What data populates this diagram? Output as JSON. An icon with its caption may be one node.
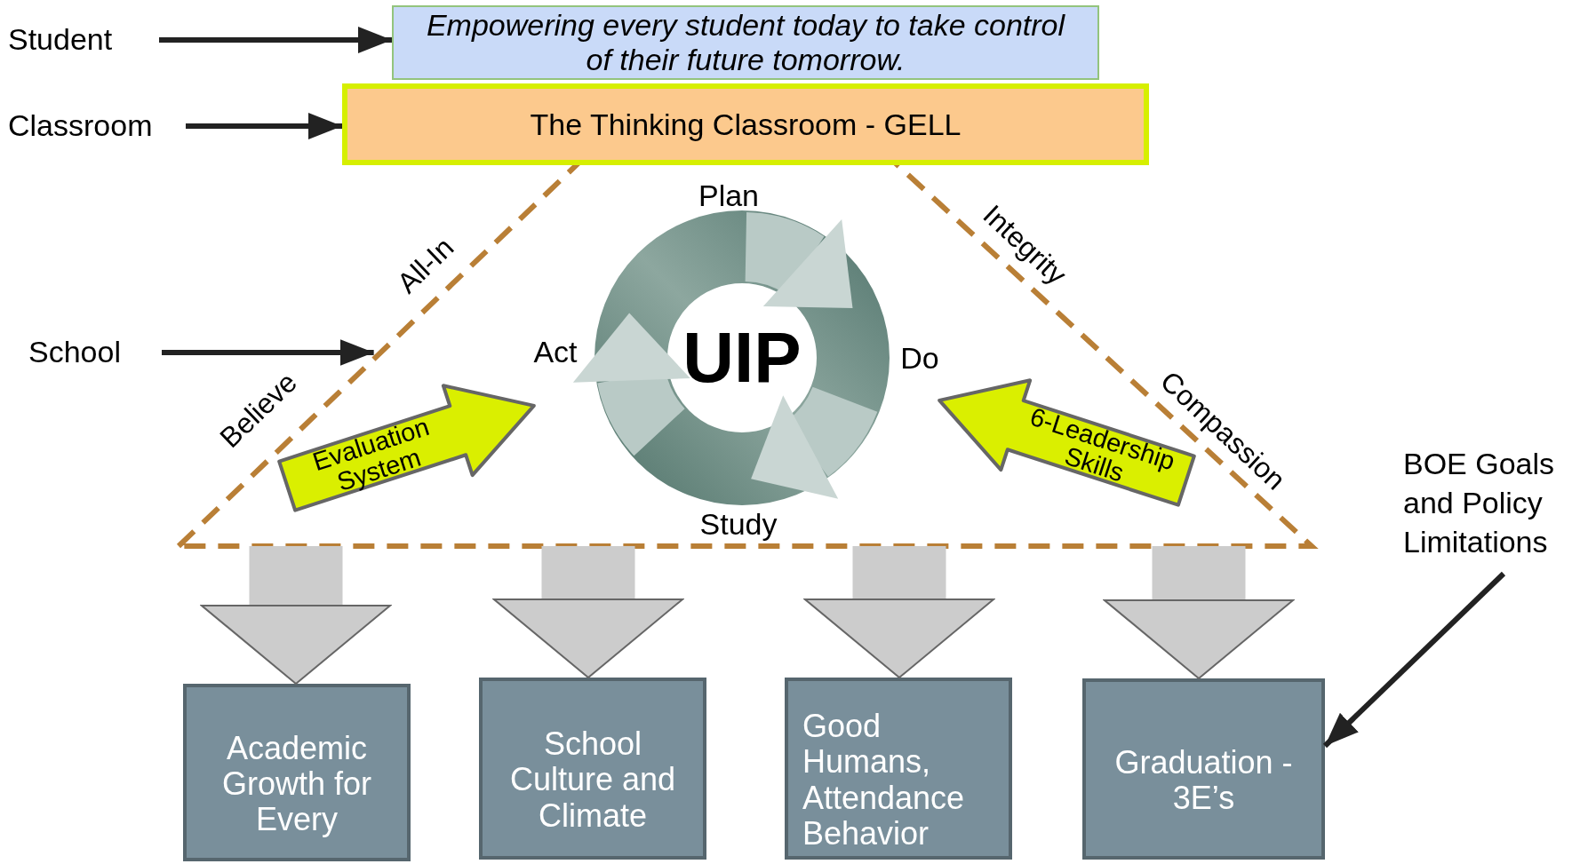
{
  "diagram": {
    "nodes": [
      {
        "text": [
          "Student"
        ]
      },
      {
        "text": [
          "Classroom"
        ]
      },
      {
        "text": [
          "School"
        ]
      },
      {
        "text": [
          "Empowering every student today to take control of their future tomorrow."
        ]
      },
      {
        "text": [
          "The Thinking Classroom - GELL"
        ]
      },
      {
        "text": [
          "All-In",
          "Believe",
          "Integrity",
          "Compassion"
        ]
      },
      {
        "text": [
          "UIP"
        ],
        "in": 5
      },
      {
        "text": [
          "Evaluation System"
        ],
        "in": 5
      },
      {
        "text": [
          "6-Leadership Skills"
        ],
        "in": 5
      },
      {
        "text": [
          "BOE Goals and Policy Limitations"
        ]
      },
      {
        "text": [
          "Academic Growth for Every"
        ]
      },
      {
        "text": [
          "School Culture and Climate"
        ]
      },
      {
        "text": [
          "Good Humans, Attendance Behavior"
        ]
      },
      {
        "text": [
          "Graduation - 3E’s"
        ]
      }
    ],
    "edges": [
      {
        "from": 0,
        "to": 3,
        "arrow": "to"
      },
      {
        "from": 1,
        "to": 4,
        "arrow": "to"
      },
      {
        "from": 2,
        "to": 5,
        "arrow": "to"
      },
      {
        "from": 9,
        "to": 13,
        "arrow": "to"
      },
      {
        "from": 5,
        "to": 10,
        "arrow": "to",
        "style": "thick",
        "color": "#cccccc"
      },
      {
        "from": 5,
        "to": 11,
        "arrow": "to",
        "style": "thick",
        "color": "#cccccc"
      },
      {
        "from": 5,
        "to": 12,
        "arrow": "to",
        "style": "thick",
        "color": "#cccccc"
      },
      {
        "from": 5,
        "to": 13,
        "arrow": "to",
        "style": "thick",
        "color": "#cccccc"
      }
    ],
    "labels": [
      "Plan",
      "Act",
      "Do",
      "Study"
    ]
  }
}
